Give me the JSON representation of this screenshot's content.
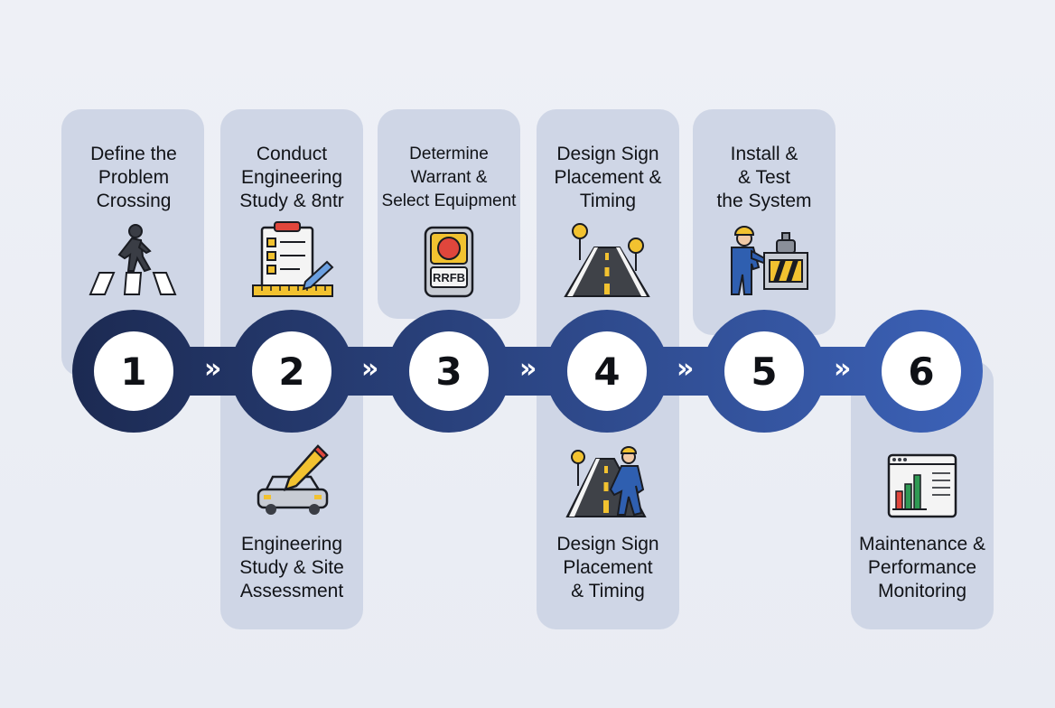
{
  "steps": [
    {
      "number": "1",
      "top_text": "Define the\nProblem\nCrossing",
      "top_icon": "pedestrian-crosswalk-icon",
      "bottom_text": "",
      "bottom_icon": ""
    },
    {
      "number": "2",
      "top_text": "Conduct\nEngineering\nStudy & 8ntr",
      "top_icon": "checklist-ruler-icon",
      "bottom_text": "Engineering\nStudy & Site\nAssessment",
      "bottom_icon": "car-pencil-icon"
    },
    {
      "number": "3",
      "top_text": "Determine\nWarrant &\nSelect Equipment",
      "top_icon": "rrfb-beacon-icon",
      "rrfb_label": "RRFB",
      "bottom_text": "",
      "bottom_icon": ""
    },
    {
      "number": "4",
      "top_text": "Design Sign\nPlacement &\nTiming",
      "top_icon": "road-signs-icon",
      "bottom_text": "Design Sign\nPlacement\n& Timing",
      "bottom_icon": "road-worker-icon"
    },
    {
      "number": "5",
      "top_text": "Install &\n& Test\nthe System",
      "top_icon": "worker-install-icon",
      "bottom_text": "",
      "bottom_icon": ""
    },
    {
      "number": "6",
      "top_text": "",
      "top_icon": "",
      "bottom_text": "Maintenance &\nPerformance\nMonitoring",
      "bottom_icon": "performance-chart-icon"
    }
  ],
  "connector": "»",
  "colors": {
    "background": "#eceef5",
    "panel": "#cfd6e6",
    "chain_start": "#1c2a52",
    "chain_end": "#3c62b8",
    "disc": "#ffffff",
    "accent_red": "#e0463c",
    "accent_yellow": "#f2c230"
  }
}
